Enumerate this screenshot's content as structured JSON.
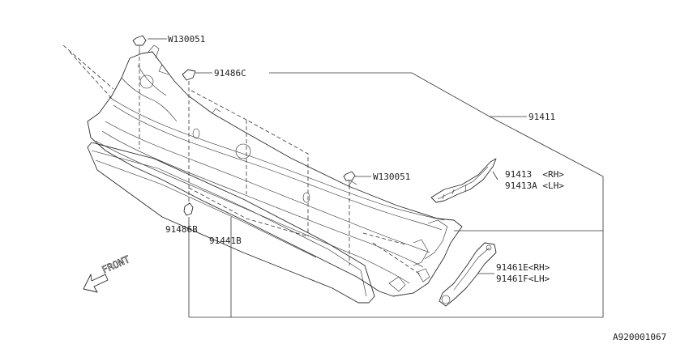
{
  "diagram": {
    "labels": {
      "fastener_top": "W130051",
      "clip_c": "91486C",
      "cowl_panel": "91411",
      "seal_rh": "91413  <RH>",
      "seal_lh": "91413A <LH>",
      "fastener_right": "W130051",
      "clip_b": "91486B",
      "under_panel": "91441B",
      "bracket_rh": "91461E<RH>",
      "bracket_lh": "91461F<LH>",
      "front_marker": "FRONT",
      "ref_number": "A920001067"
    },
    "colors": {
      "line": "#2a2a2a",
      "background": "#ffffff"
    }
  }
}
